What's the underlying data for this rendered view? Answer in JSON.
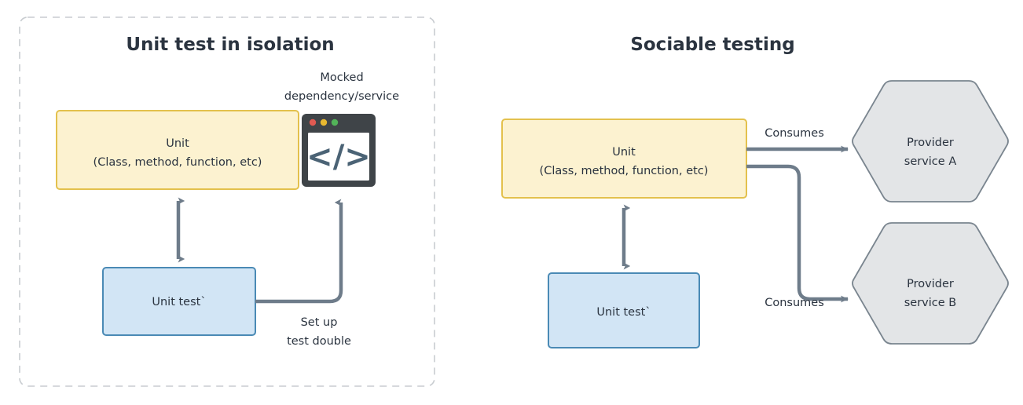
{
  "diagram": {
    "title_left": "Unit test in isolation",
    "title_right": "Sociable testing",
    "colors": {
      "unit_fill": "#fcf2d0",
      "unit_stroke": "#e3c14d",
      "test_fill": "#d2e5f5",
      "test_stroke": "#4a8ab5",
      "hex_fill": "#e3e5e7",
      "hex_stroke": "#7a858f",
      "arrow": "#6e7c8a",
      "dashed_border": "#c8ccd0",
      "text": "#2b3440",
      "code_frame": "#3f4448",
      "code_glyph": "#4b6375",
      "dot_red": "#e05a52",
      "dot_yellow": "#e8b830",
      "dot_green": "#52b359"
    }
  },
  "left_panel": {
    "title": "Unit test in isolation",
    "unit_box": {
      "line1": "Unit",
      "line2": "(Class, method, function, etc)"
    },
    "unit_test_box": {
      "label": "Unit test`"
    },
    "mock_caption": {
      "line1": "Mocked",
      "line2": "dependency/service"
    },
    "setup_caption": {
      "line1": "Set up",
      "line2": "test double"
    },
    "code_icon": {
      "glyph": "</>",
      "name": "code-window-icon"
    }
  },
  "right_panel": {
    "title": "Sociable testing",
    "unit_box": {
      "line1": "Unit",
      "line2": "(Class, method, function, etc)"
    },
    "unit_test_box": {
      "label": "Unit test`"
    },
    "providers": [
      {
        "line1": "Provider",
        "line2": "service A"
      },
      {
        "line1": "Provider",
        "line2": "service B"
      }
    ],
    "edge_labels": {
      "consumes_a": "Consumes",
      "consumes_b": "Consumes"
    }
  }
}
